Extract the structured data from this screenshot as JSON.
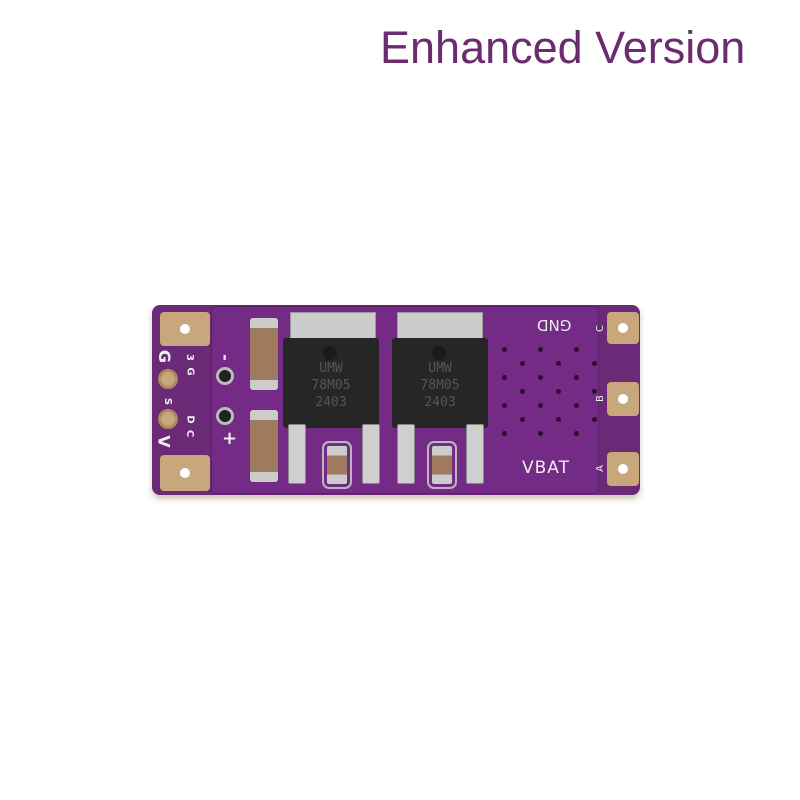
{
  "header": {
    "title": "Enhanced Version",
    "title_color": "#6a2c6e"
  },
  "board": {
    "pcb_color": "#742b86",
    "left_labels": [
      "G",
      "V"
    ],
    "left_pin_labels": [
      "3",
      "G",
      "S",
      "D",
      "C"
    ],
    "polarity": [
      "-",
      "+"
    ],
    "regulators": [
      {
        "lines": [
          "UMW",
          "78M05",
          "2403"
        ]
      },
      {
        "lines": [
          "UMW",
          "78M05",
          "2403"
        ]
      }
    ],
    "gnd_label": "GND",
    "vbat_label": "VBAT",
    "right_pad_labels": [
      "C",
      "B",
      "A"
    ]
  }
}
